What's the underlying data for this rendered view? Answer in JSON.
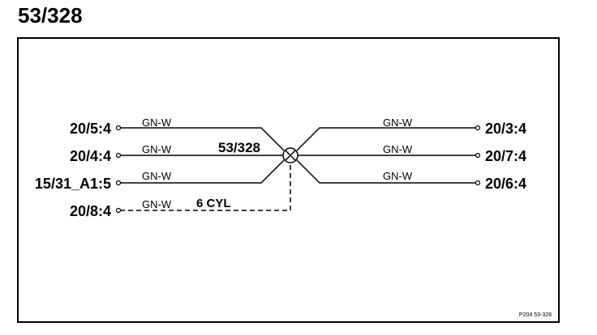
{
  "title": "53/328",
  "splice": {
    "label": "53/328"
  },
  "left_terminals": [
    "20/5:4",
    "20/4:4",
    "15/31_A1:5",
    "20/8:4"
  ],
  "right_terminals": [
    "20/3:4",
    "20/7:4",
    "20/6:4"
  ],
  "wire_color": "GN-W",
  "variant_note": "6 CYL",
  "page_ref": "P204 53-328"
}
